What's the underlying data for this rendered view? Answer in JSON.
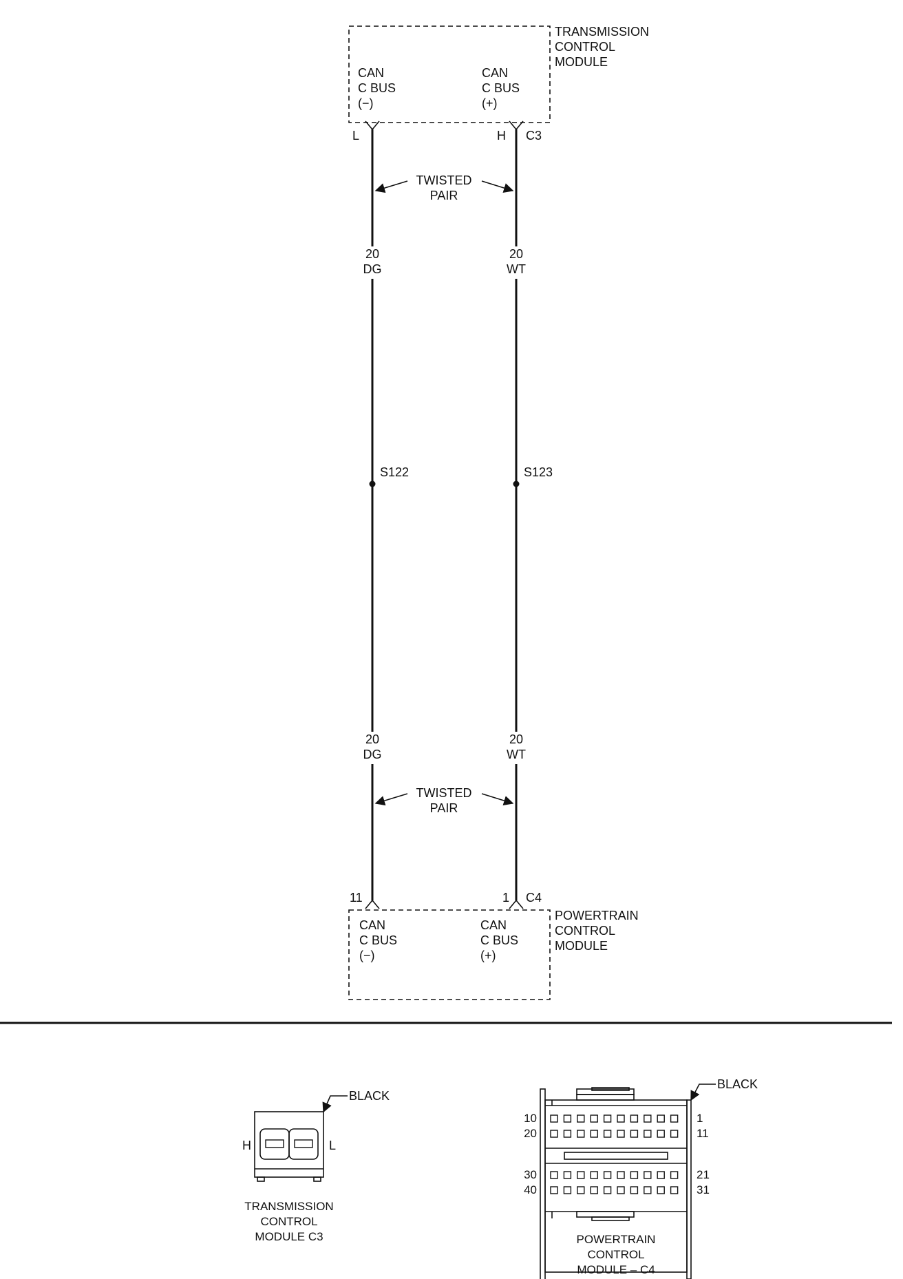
{
  "tcm": {
    "title": [
      "TRANSMISSION",
      "CONTROL",
      "MODULE"
    ],
    "left_pin": {
      "lines": [
        "CAN",
        "C BUS",
        "(−)"
      ],
      "terminal": "L"
    },
    "right_pin": {
      "lines": [
        "CAN",
        "C BUS",
        "(+)"
      ],
      "terminal": "H"
    },
    "connector": "C3"
  },
  "pcm": {
    "title": [
      "POWERTRAIN",
      "CONTROL",
      "MODULE"
    ],
    "left_pin": {
      "lines": [
        "CAN",
        "C BUS",
        "(−)"
      ],
      "terminal": "11"
    },
    "right_pin": {
      "lines": [
        "CAN",
        "C BUS",
        "(+)"
      ],
      "terminal": "1"
    },
    "connector": "C4"
  },
  "twisted_pair": [
    "TWISTED",
    "PAIR"
  ],
  "wires": {
    "left": {
      "gauge": "20",
      "color": "DG",
      "splice": "S122"
    },
    "right": {
      "gauge": "20",
      "color": "WT",
      "splice": "S123"
    }
  },
  "connector_views": {
    "tcm_c3": {
      "color_label": "BLACK",
      "left_terminal": "H",
      "right_terminal": "L",
      "caption": [
        "TRANSMISSION",
        "CONTROL",
        "MODULE C3"
      ]
    },
    "pcm_c4": {
      "color_label": "BLACK",
      "pin_numbers": {
        "row1_left": "10",
        "row2_left": "20",
        "row3_left": "30",
        "row4_left": "40",
        "row1_right": "1",
        "row2_right": "11",
        "row3_right": "21",
        "row4_right": "31"
      },
      "caption": [
        "POWERTRAIN",
        "CONTROL",
        "MODULE – C4"
      ]
    }
  }
}
